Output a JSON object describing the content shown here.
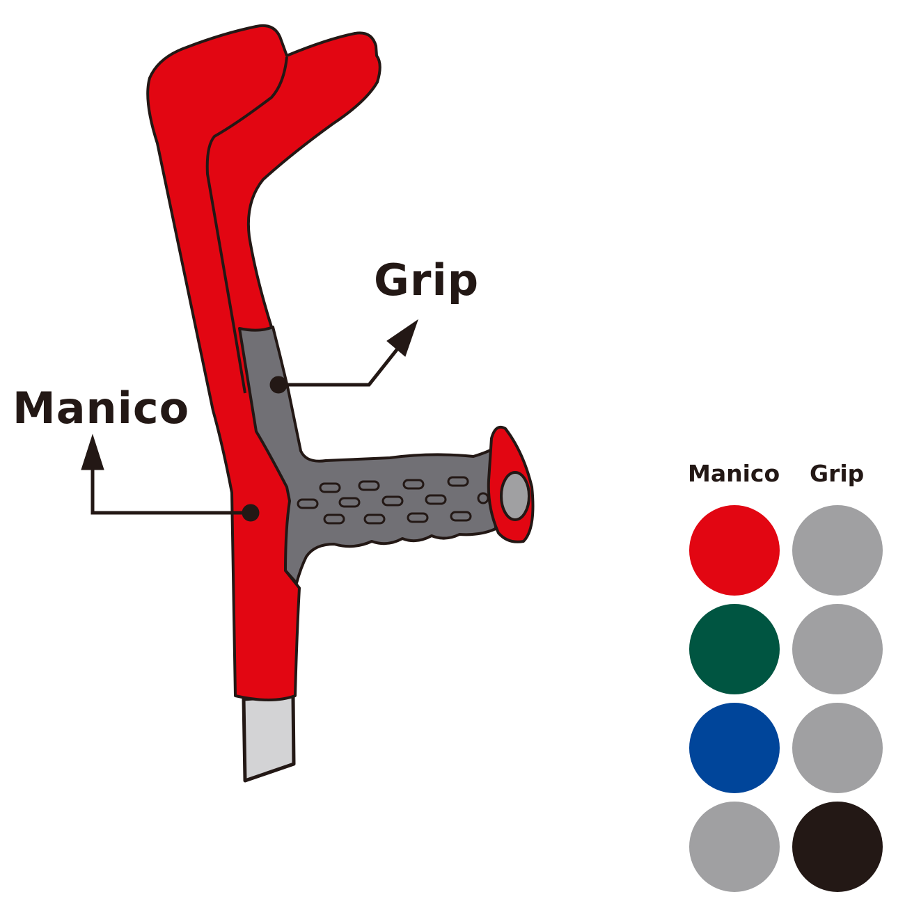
{
  "labels": {
    "grip": "Grip",
    "manico": "Manico"
  },
  "palette": {
    "headers": {
      "manico": "Manico",
      "grip": "Grip"
    },
    "rows": [
      {
        "manico": "#E20612",
        "grip": "#A0A0A2"
      },
      {
        "manico": "#005541",
        "grip": "#A0A0A2"
      },
      {
        "manico": "#00459A",
        "grip": "#A0A0A2"
      },
      {
        "manico": "#A0A0A2",
        "grip": "#231815"
      }
    ]
  },
  "colors": {
    "crutch_red": "#E20612",
    "grip_gray": "#717075",
    "grip_dark": "#5E5D62",
    "shaft_silver": "#D3D3D5",
    "outline": "#231815"
  }
}
